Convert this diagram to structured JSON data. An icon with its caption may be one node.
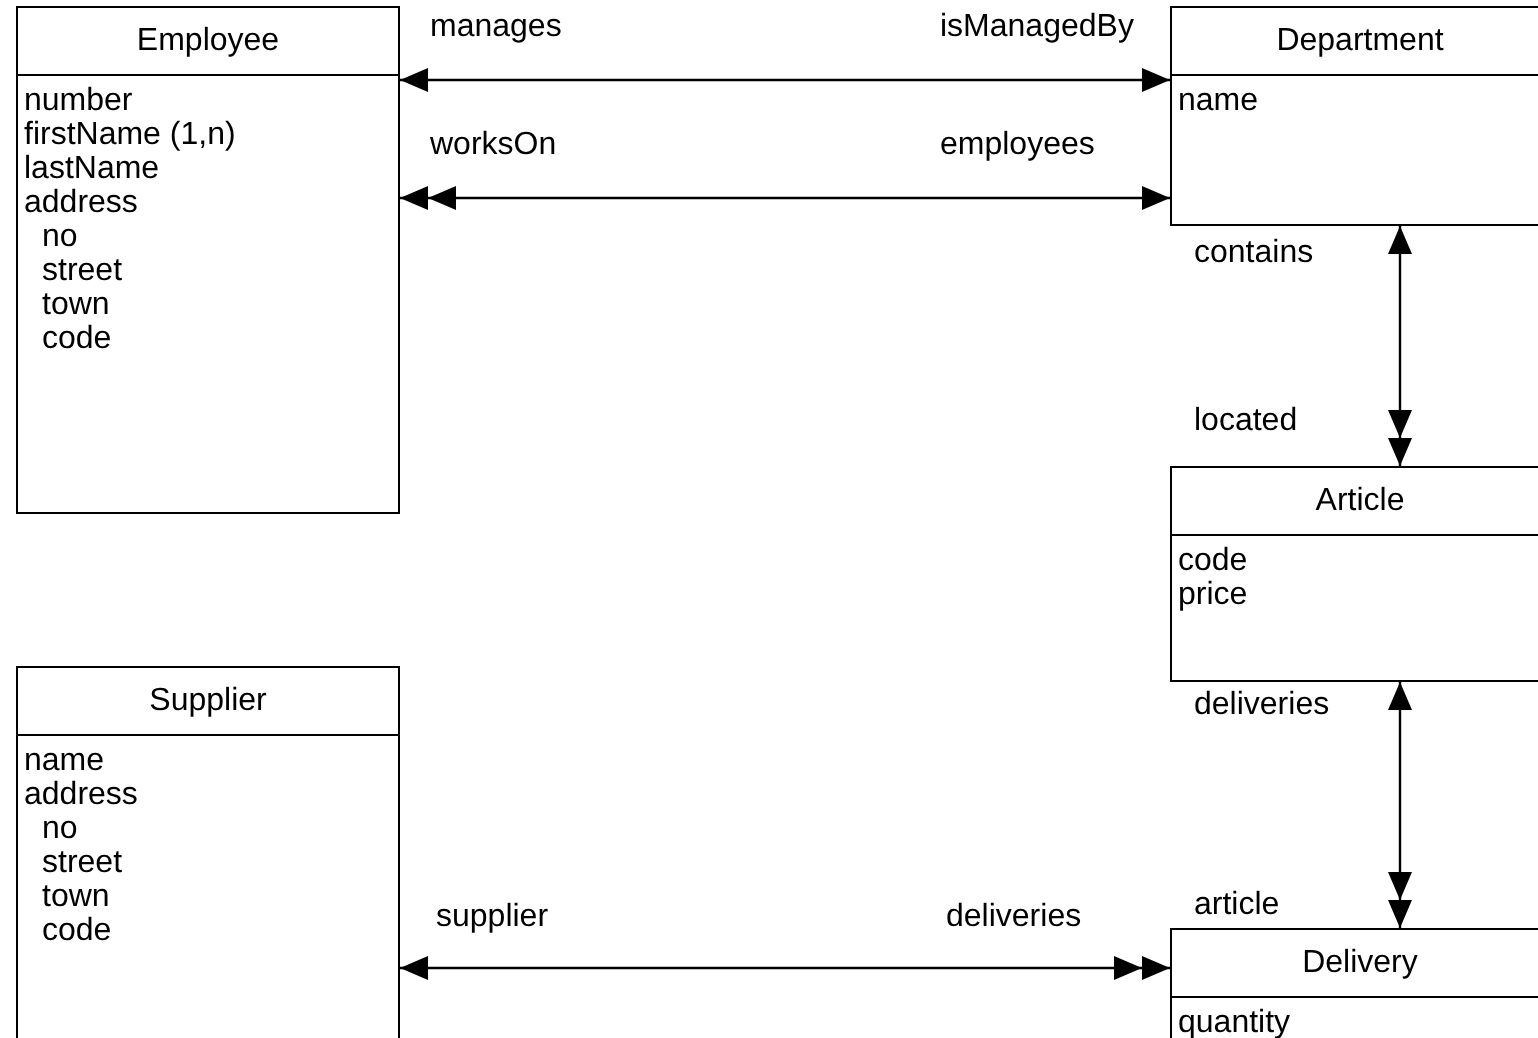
{
  "diagram": {
    "nodes": [
      {
        "text": [
          "Employee",
          "number",
          "firstName (1,n)",
          "lastName",
          "address",
          "no",
          "street",
          "town",
          "code"
        ]
      },
      {
        "text": [
          "Department",
          "name"
        ]
      },
      {
        "text": [
          "Article",
          "code",
          "price"
        ]
      },
      {
        "text": [
          "Supplier",
          "name",
          "address",
          "no",
          "street",
          "town",
          "code"
        ]
      },
      {
        "text": [
          "Delivery",
          "quantity"
        ]
      }
    ],
    "edges": [
      {
        "from": 0,
        "to": 1,
        "arrow": "both"
      },
      {
        "from": 0,
        "to": 1,
        "arrow": "both"
      },
      {
        "from": 1,
        "to": 2,
        "arrow": "both"
      },
      {
        "from": 2,
        "to": 4,
        "arrow": "both"
      },
      {
        "from": 3,
        "to": 4,
        "arrow": "both"
      }
    ],
    "labels": [
      "manages",
      "isManagedBy",
      "worksOn",
      "employees",
      "contains",
      "located",
      "deliveries",
      "article",
      "supplier",
      "deliveries"
    ]
  }
}
